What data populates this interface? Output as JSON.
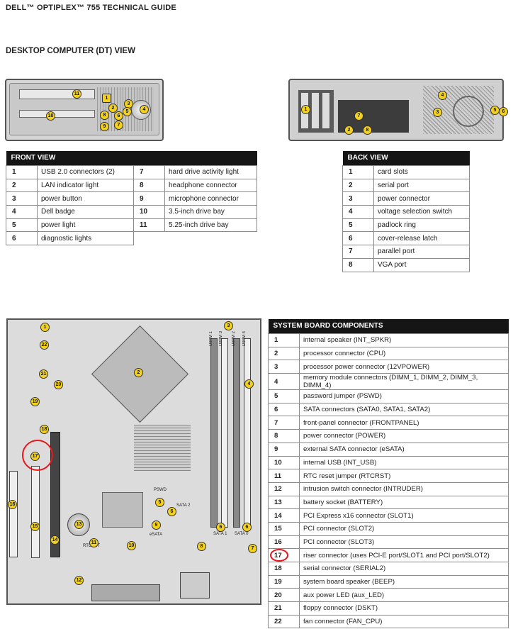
{
  "doc_title": "DELL™ OPTIPLEX™ 755 TECHNICAL GUIDE",
  "section_title": "DESKTOP COMPUTER (DT) VIEW",
  "front_view": {
    "header": "FRONT VIEW",
    "left": [
      {
        "n": "1",
        "t": "USB 2.0 connectors (2)"
      },
      {
        "n": "2",
        "t": "LAN indicator light"
      },
      {
        "n": "3",
        "t": "power button"
      },
      {
        "n": "4",
        "t": "Dell badge"
      },
      {
        "n": "5",
        "t": "power light"
      },
      {
        "n": "6",
        "t": "diagnostic lights"
      }
    ],
    "right": [
      {
        "n": "7",
        "t": "hard drive activity light"
      },
      {
        "n": "8",
        "t": "headphone connector"
      },
      {
        "n": "9",
        "t": "microphone connector"
      },
      {
        "n": "10",
        "t": "3.5-inch drive bay"
      },
      {
        "n": "11",
        "t": "5.25-inch drive bay"
      }
    ]
  },
  "back_view": {
    "header": "BACK VIEW",
    "rows": [
      {
        "n": "1",
        "t": "card slots"
      },
      {
        "n": "2",
        "t": "serial port"
      },
      {
        "n": "3",
        "t": "power connector"
      },
      {
        "n": "4",
        "t": "voltage selection switch"
      },
      {
        "n": "5",
        "t": "padlock ring"
      },
      {
        "n": "6",
        "t": "cover-release latch"
      },
      {
        "n": "7",
        "t": "parallel port"
      },
      {
        "n": "8",
        "t": "VGA port"
      }
    ]
  },
  "system_board": {
    "header": "SYSTEM BOARD COMPONENTS",
    "rows": [
      {
        "n": "1",
        "t": "internal speaker (INT_SPKR)"
      },
      {
        "n": "2",
        "t": "processor connector (CPU)"
      },
      {
        "n": "3",
        "t": "processor power connector (12VPOWER)"
      },
      {
        "n": "4",
        "t": "memory module connectors (DIMM_1, DIMM_2, DIMM_3, DIMM_4)"
      },
      {
        "n": "5",
        "t": "password jumper (PSWD)"
      },
      {
        "n": "6",
        "t": "SATA connectors (SATA0, SATA1, SATA2)"
      },
      {
        "n": "7",
        "t": "front-panel connector (FRONTPANEL)"
      },
      {
        "n": "8",
        "t": "power connector (POWER)"
      },
      {
        "n": "9",
        "t": "external SATA connector (eSATA)"
      },
      {
        "n": "10",
        "t": "internal USB (INT_USB)"
      },
      {
        "n": "11",
        "t": "RTC reset jumper (RTCRST)"
      },
      {
        "n": "12",
        "t": "intrusion switch connector (INTRUDER)"
      },
      {
        "n": "13",
        "t": "battery socket (BATTERY)"
      },
      {
        "n": "14",
        "t": "PCI Express x16 connector (SLOT1)"
      },
      {
        "n": "15",
        "t": "PCI connector (SLOT2)"
      },
      {
        "n": "16",
        "t": "PCI connector (SLOT3)"
      },
      {
        "n": "17",
        "t": "riser connector (uses PCI-E port/SLOT1 and PCI port/SLOT2)"
      },
      {
        "n": "18",
        "t": "serial connector (SERIAL2)"
      },
      {
        "n": "19",
        "t": "system board speaker (BEEP)"
      },
      {
        "n": "20",
        "t": "aux power LED (aux_LED)"
      },
      {
        "n": "21",
        "t": "floppy connector (DSKT)"
      },
      {
        "n": "22",
        "t": "fan connector (FAN_CPU)"
      }
    ]
  },
  "board_labels": {
    "dimm1": "DIMM 1",
    "dimm2": "DIMM 2",
    "dimm3": "DIMM 3",
    "dimm4": "DIMM 4",
    "pswd": "PSWD",
    "sata2": "SATA 2",
    "sata1": "SATA 1",
    "sata0": "SATA 0",
    "esata": "eSATA",
    "rtcrst": "RTCRST"
  },
  "colors": {
    "badge": "#f4d21c",
    "circle": "#e8161a",
    "header": "#151515"
  }
}
